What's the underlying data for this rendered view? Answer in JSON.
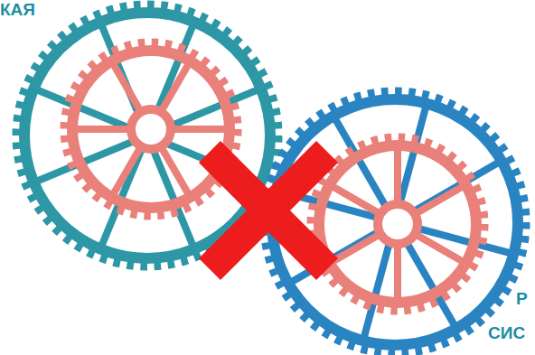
{
  "diagram": {
    "labels": [
      "КАЯ",
      "Р",
      "СИС"
    ]
  }
}
